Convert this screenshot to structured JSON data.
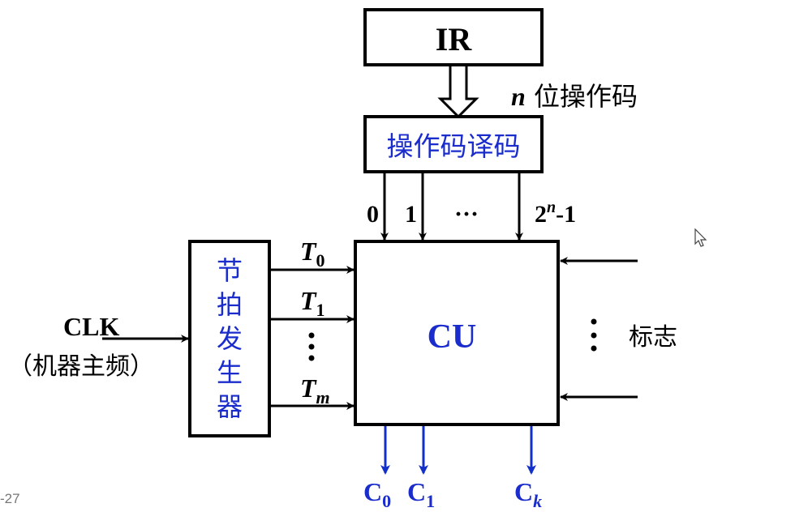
{
  "diagram": {
    "ir_label": "IR",
    "ir_bus_label_var": "n",
    "ir_bus_label_text": " 位操作码",
    "decoder_label": "操作码译码",
    "decoder_outputs": [
      "0",
      "1",
      "2"
    ],
    "decoder_outputs_ellipsis": "···",
    "decoder_last_exp": "n",
    "decoder_last_suffix": "-1",
    "cu_label": "CU",
    "clk_label": "CLK",
    "clk_sublabel": "（机器主频）",
    "generator_label_chars": [
      "节",
      "拍",
      "发",
      "生",
      "器"
    ],
    "timing_signals": [
      {
        "base": "T",
        "sub": "0"
      },
      {
        "base": "T",
        "sub": "1"
      },
      {
        "base": "T",
        "sub": "m"
      }
    ],
    "flags_label": "标志",
    "control_outputs": [
      {
        "base": "C",
        "sub": "0"
      },
      {
        "base": "C",
        "sub": "1"
      },
      {
        "base": "C",
        "sub": "k"
      }
    ],
    "colors": {
      "accent_blue": "#1a2ccc",
      "line": "#000000"
    }
  },
  "page_number": "-27"
}
